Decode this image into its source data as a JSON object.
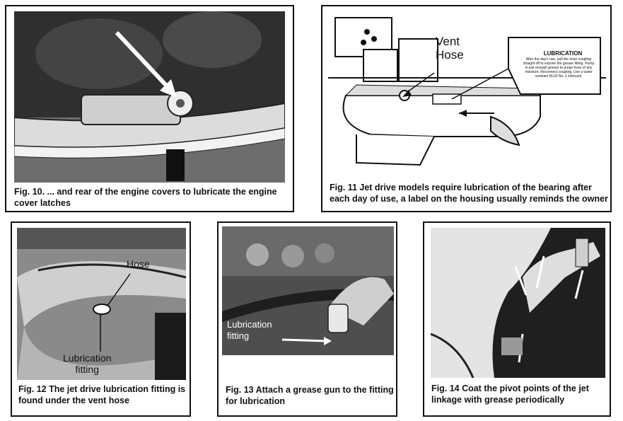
{
  "figures": [
    {
      "id": "fig10",
      "caption": "Fig. 10. ... and rear of the engine covers to lubricate the engine cover latches"
    },
    {
      "id": "fig11",
      "caption": "Fig. 11  Jet drive models require lubrication of the bearing after each day of use, a label on the housing usually reminds the owner",
      "callout_vent_hose": "Vent\nHose",
      "label_title": "LUBRICATION",
      "label_text": "After the day's use, pull the hose coupling straight off to expose the grease fitting. Pump in just enough grease to purge hose of any moisture. Reconnect coupling. Use a water resistant NLGI No. 1 lubricant."
    },
    {
      "id": "fig12",
      "caption": "Fig. 12  The jet drive lubrication fitting is found under the vent hose",
      "callout_hose": "Hose",
      "callout_fitting": "Lubrication\nfitting"
    },
    {
      "id": "fig13",
      "caption": "Fig. 13  Attach a grease gun to the fitting for lubrication",
      "callout_fitting": "Lubrication\nfitting"
    },
    {
      "id": "fig14",
      "caption": "Fig. 14  Coat the pivot points of the jet linkage with grease periodically"
    }
  ]
}
